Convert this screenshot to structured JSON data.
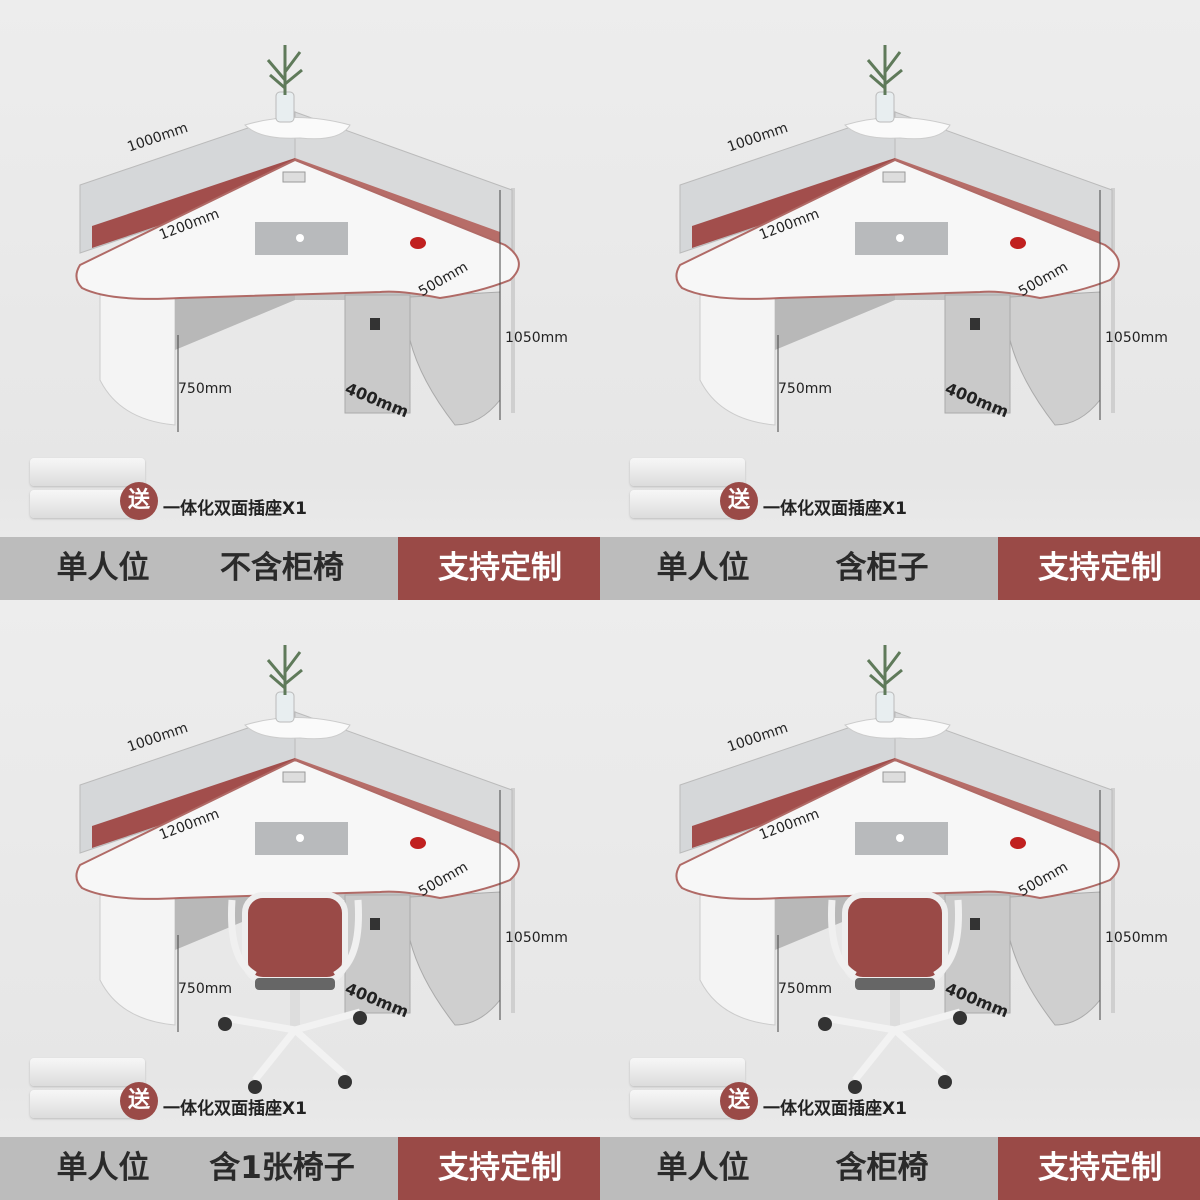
{
  "colors": {
    "accent": "#9a4a47",
    "bar_gray": "#bcbcbc",
    "background": "#ececec"
  },
  "gift": {
    "badge": "送",
    "text": "一体化双面插座X1"
  },
  "dimensions": {
    "back_left": "1000mm",
    "desk_length": "1200mm",
    "desk_depth": "500mm",
    "partition_height": "1050mm",
    "desk_height": "750mm",
    "cabinet_width": "400mm"
  },
  "panels": [
    {
      "seat": "单人位",
      "option": "不含柜椅",
      "custom": "支持定制",
      "has_chair": false
    },
    {
      "seat": "单人位",
      "option": "含柜子",
      "custom": "支持定制",
      "has_chair": false
    },
    {
      "seat": "单人位",
      "option": "含1张椅子",
      "custom": "支持定制",
      "has_chair": true
    },
    {
      "seat": "单人位",
      "option": "含柜椅",
      "custom": "支持定制",
      "has_chair": true
    }
  ]
}
